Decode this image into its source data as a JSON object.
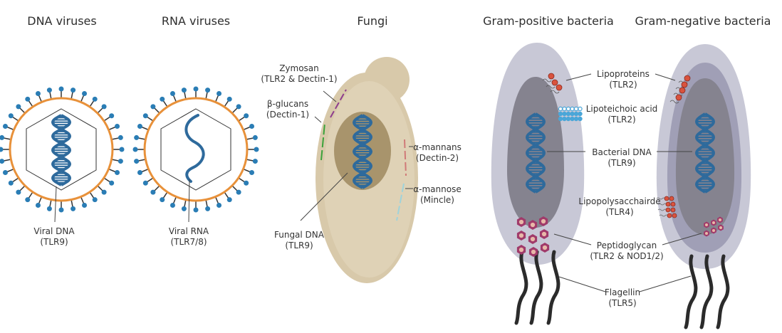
{
  "titles": {
    "dna_viruses": "DNA viruses",
    "rna_viruses": "RNA viruses",
    "fungi": "Fungi",
    "gram_positive": "Gram-positive bacteria",
    "gram_negative": "Gram-negative bacteria"
  },
  "labels": {
    "viral_dna": [
      "Viral DNA",
      "(TLR9)"
    ],
    "viral_rna": [
      "Viral RNA",
      "(TLR7/8)"
    ],
    "zymosan": [
      "Zymosan",
      "(TLR2 & Dectin-1)"
    ],
    "beta_glucans": [
      "β-glucans",
      "(Dectin-1)"
    ],
    "alpha_mannans": [
      "α-mannans",
      "(Dectin-2)"
    ],
    "alpha_mannose": [
      "α-mannose",
      "(Mincle)"
    ],
    "fungal_dna": [
      "Fungal DNA",
      "(TLR9)"
    ],
    "lipoproteins": [
      "Lipoproteins",
      "(TLR2)"
    ],
    "lipoteichoic_acid": [
      "Lipoteichoic acid",
      "(TLR2)"
    ],
    "bacterial_dna": [
      "Bacterial DNA",
      "(TLR9)"
    ],
    "lipopolysaccharide": [
      "Lipopolysacchairde",
      "(TLR4)"
    ],
    "peptidoglycan": [
      "Peptidoglycan",
      "(TLR2 & NOD1/2)"
    ],
    "flagellin": [
      "Flagellin",
      "(TLR5)"
    ]
  },
  "colors": {
    "envelope": "#e8913a",
    "spike": "#2a7db5",
    "dna": "#2e6a9c",
    "fungus_outer": "#d8c9aa",
    "fungus_inner": "#a8946c",
    "bact_outer": "#c8c8d6",
    "bact_mid": "#a09fb6",
    "bact_inner": "#85838f",
    "zymosan": "#8e3d8e",
    "glucan": "#3aa23a",
    "mannan": "#d07a78",
    "mannose": "#9fd3db",
    "pg": "#a03a6a",
    "lipo": "#d9533e",
    "lta": "#4aa6d8",
    "flagella": "#2b2b2b"
  }
}
